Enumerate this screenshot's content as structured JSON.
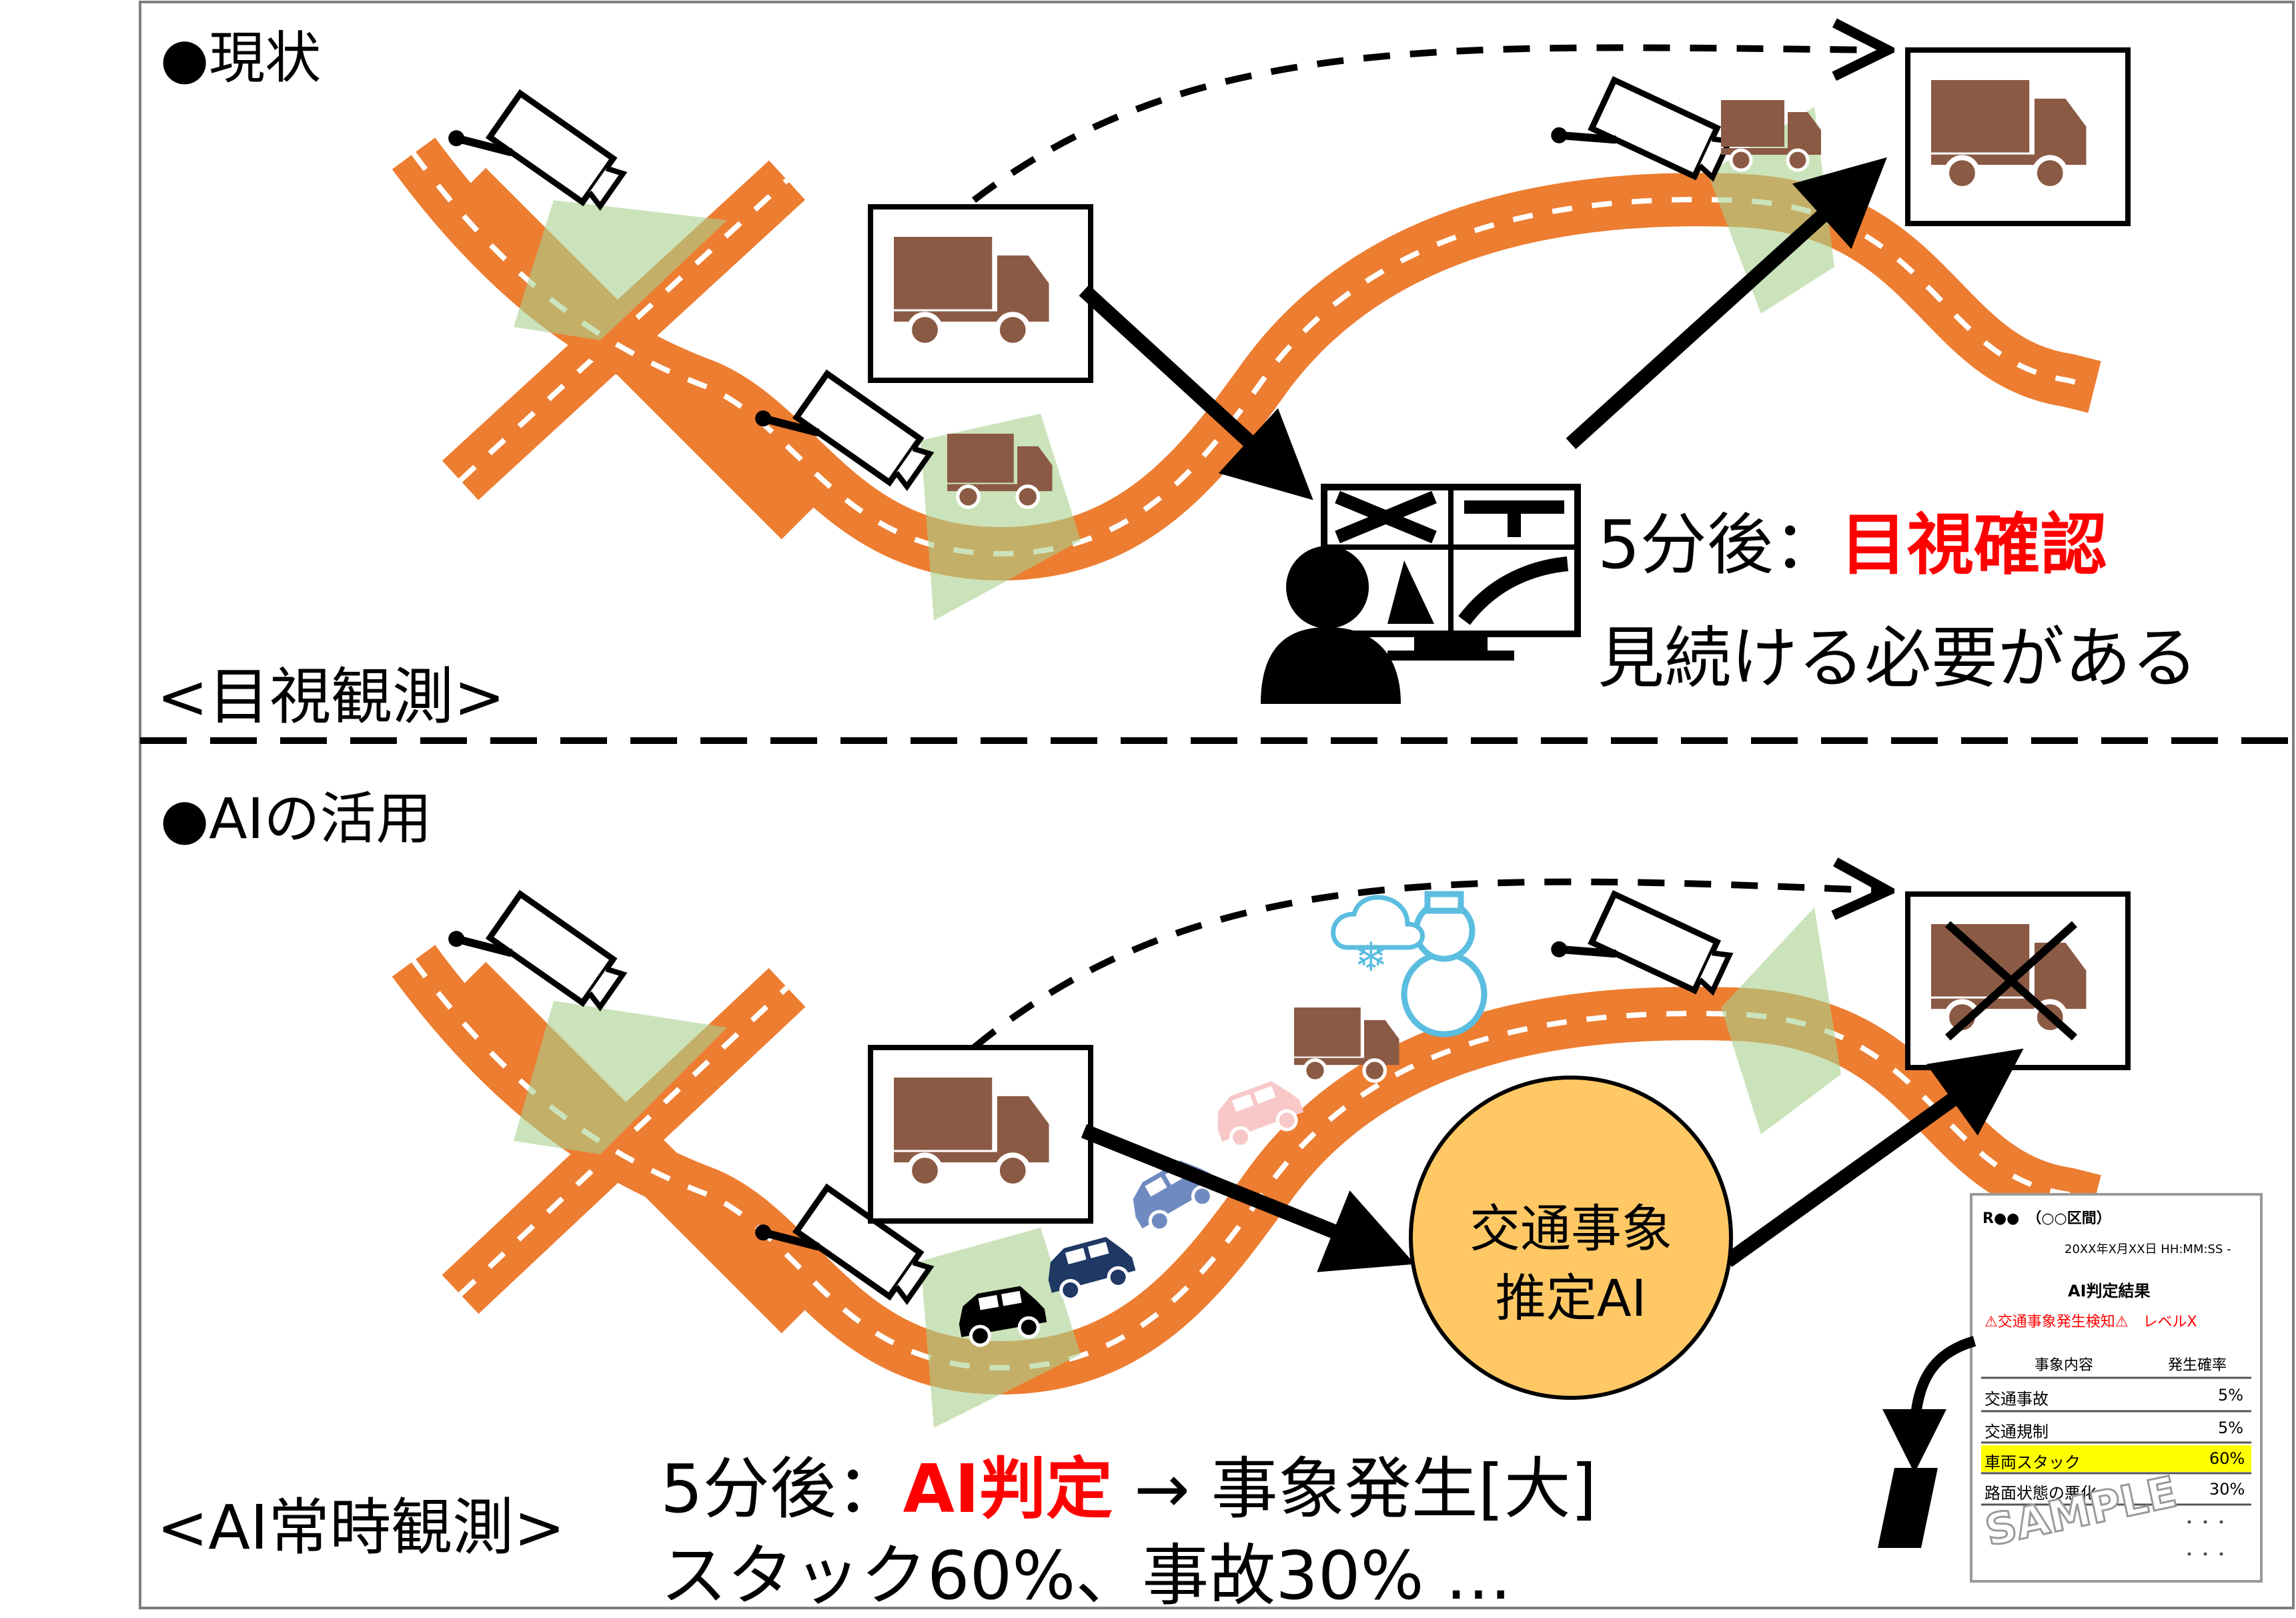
{
  "top": {
    "title": "●現状",
    "mode_label": "<目視観測>",
    "time_prefix": "5分後：",
    "time_highlight": "目視確認",
    "note": "見続ける必要がある"
  },
  "bottom": {
    "title": "●AIの活用",
    "mode_label": "<AI常時観測>",
    "ai_box_line1": "交通事象",
    "ai_box_line2": "推定AI",
    "result_prefix": "5分後：",
    "result_highlight": "AI判定",
    "result_suffix": " → 事象発生[大]",
    "result_line2": "スタック60%、事故30% …"
  },
  "report": {
    "header": "R●●　（○○区間）",
    "datetime": "20XX年X月XX日 HH:MM:SS -",
    "title": "AI判定結果",
    "alert": "⚠交通事象発生検知⚠　レベルX",
    "col_event": "事象内容",
    "col_prob": "発生確率",
    "rows": [
      {
        "event": "交通事故",
        "prob": "5%"
      },
      {
        "event": "交通規制",
        "prob": "5%"
      },
      {
        "event": "車両スタック",
        "prob": "60%"
      },
      {
        "event": "路面状態の悪化",
        "prob": "30%"
      }
    ],
    "dots": "・・・",
    "stamp": "SAMPLE"
  },
  "colors": {
    "road": "#ed7d31",
    "camera_zone": "#a9d18e",
    "truck": "#8b5a44",
    "ai_fill": "#ffc864",
    "alert_red": "#ff0000",
    "highlight": "#ffff00"
  }
}
